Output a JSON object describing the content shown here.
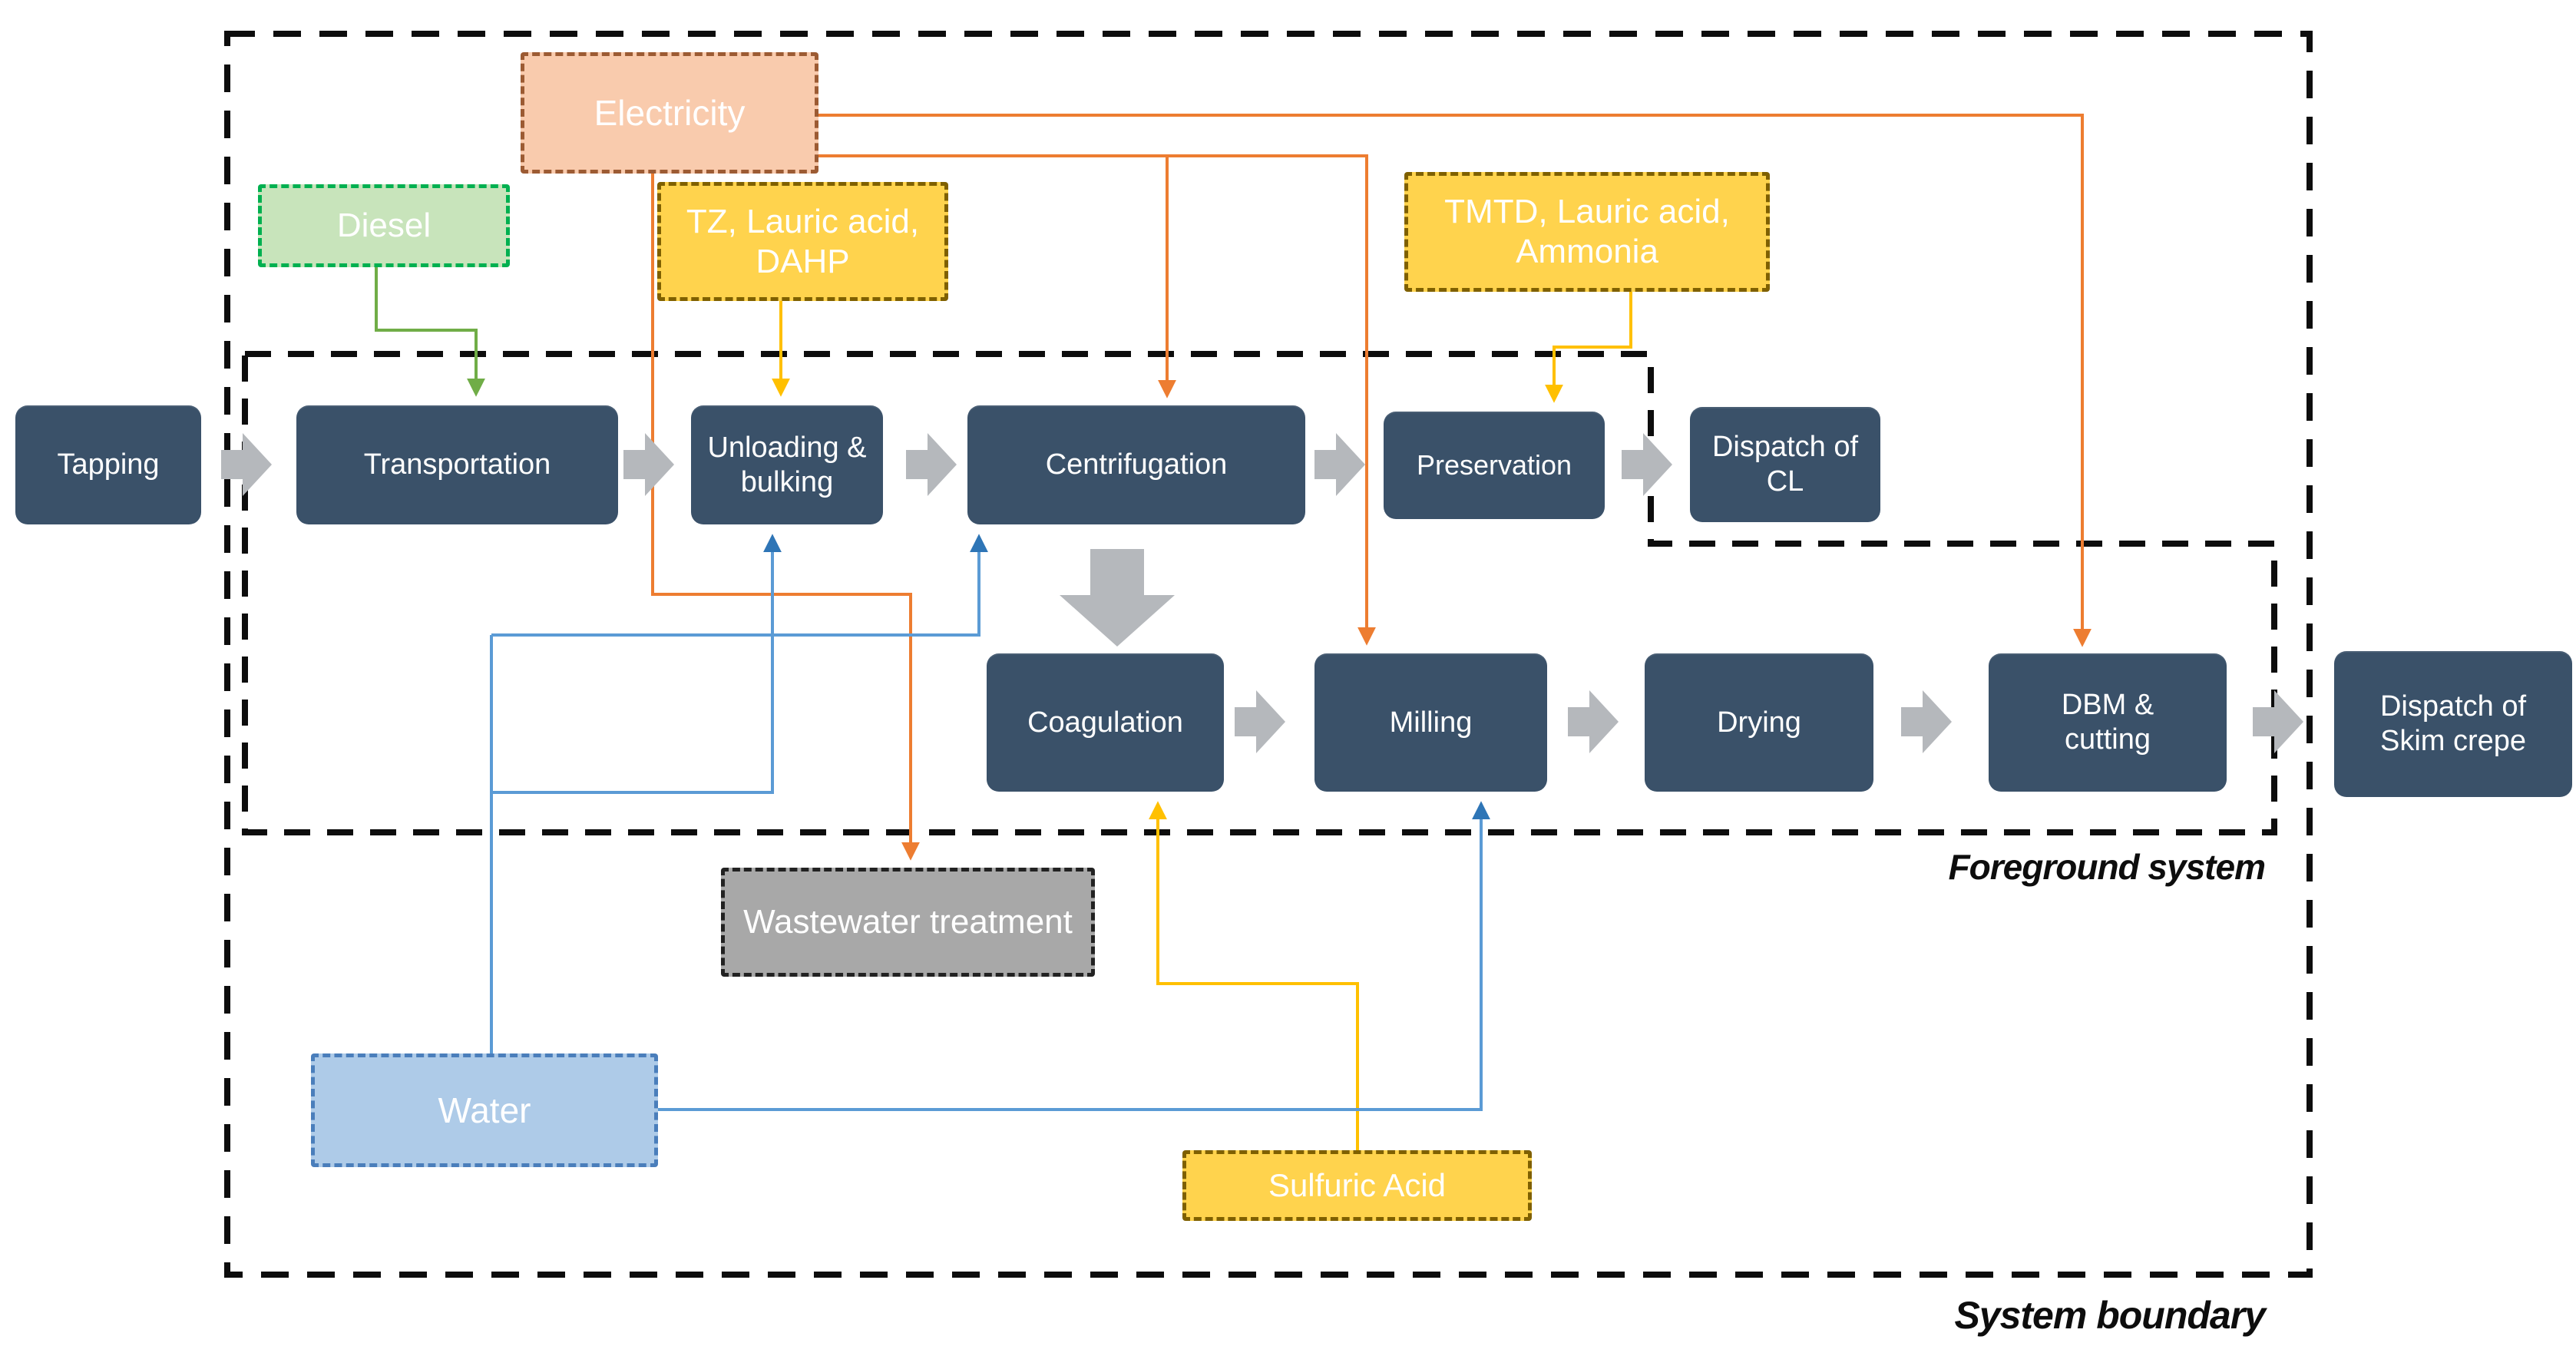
{
  "diagram": {
    "boundaries": {
      "system": {
        "label": "System boundary"
      },
      "foreground": {
        "label": "Foreground system"
      }
    },
    "processes": {
      "tapping": {
        "label": "Tapping"
      },
      "transportation": {
        "label": "Transportation"
      },
      "unloading": {
        "label": "Unloading & bulking"
      },
      "centrifugation": {
        "label": "Centrifugation"
      },
      "preservation": {
        "label": "Preservation"
      },
      "dispatch_cl": {
        "label": "Dispatch of CL"
      },
      "coagulation": {
        "label": "Coagulation"
      },
      "milling": {
        "label": "Milling"
      },
      "drying": {
        "label": "Drying"
      },
      "dbm_cutting": {
        "label": "DBM & cutting"
      },
      "dispatch_skim": {
        "label": "Dispatch of Skim crepe"
      }
    },
    "inputs": {
      "electricity": {
        "label": "Electricity",
        "fill": "#F9CBAD",
        "border": "#9C5B33"
      },
      "diesel": {
        "label": "Diesel",
        "fill": "#C8E4BB",
        "border": "#00B050"
      },
      "tz": {
        "label": "TZ, Lauric acid, DAHP",
        "fill": "#FFD34D",
        "border": "#7F6000"
      },
      "tmtd": {
        "label": "TMTD, Lauric acid, Ammonia",
        "fill": "#FFD34D",
        "border": "#7F6000"
      },
      "sulfuric": {
        "label": "Sulfuric Acid",
        "fill": "#FFD34D",
        "border": "#7F6000"
      },
      "wastewater": {
        "label": "Wastewater treatment",
        "fill": "#A8A8A8",
        "border": "#222222"
      },
      "water": {
        "label": "Water",
        "fill": "#AECBE8",
        "border": "#4A7EBB"
      }
    },
    "flow_colors": {
      "electricity_line": "#ED7D31",
      "diesel_line": "#70AD47",
      "chemical_line": "#FFC000",
      "water_line": "#5B9BD5",
      "water_arrow": "#2E75B6",
      "process_box": "#3A5169",
      "chevron": "#B5B8BC"
    }
  }
}
